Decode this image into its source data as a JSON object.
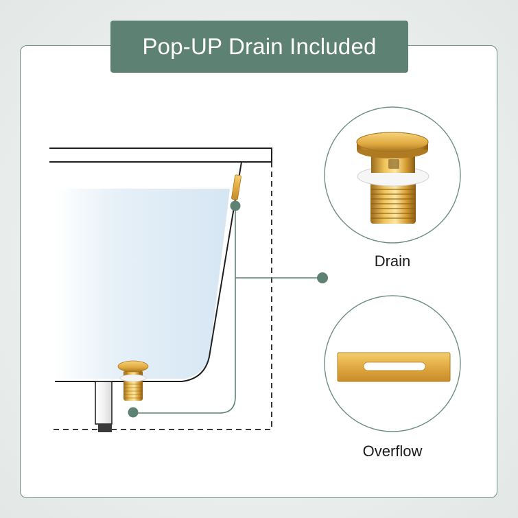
{
  "header": {
    "title": "Pop-UP Drain Included"
  },
  "parts": {
    "drain_label": "Drain",
    "overflow_label": "Overflow"
  },
  "colors": {
    "accent_green": "#5d8273",
    "gold": "#d9a441",
    "water": "#dcebf6"
  },
  "icons": {
    "drain": "pop-up-drain-icon",
    "overflow": "overflow-plate-icon"
  }
}
